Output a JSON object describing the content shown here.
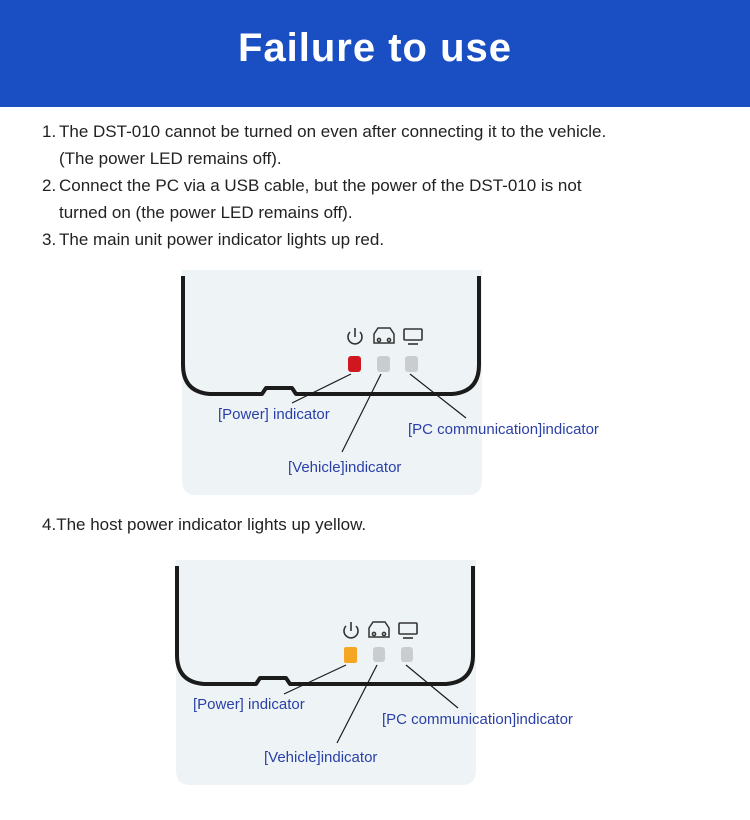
{
  "header": {
    "title": "Failure to use"
  },
  "issues": [
    {
      "num": "1.",
      "text": "The DST-010 cannot be turned on even after connecting it to the vehicle.",
      "cont": "(The power LED remains off)."
    },
    {
      "num": "2.",
      "text": "Connect the PC via a USB cable, but the power of the DST-010 is not",
      "cont": "turned on (the power LED remains off)."
    },
    {
      "num": "3.",
      "text": "The main unit power indicator lights up red.",
      "cont": ""
    }
  ],
  "issue4": {
    "num": "4.",
    "text": "The host power indicator lights up yellow."
  },
  "diagram1": {
    "power_color": "#d0161e",
    "labels": {
      "power": "[Power] indicator",
      "vehicle": "[Vehicle]indicator",
      "pc": "[PC communication]indicator"
    }
  },
  "diagram2": {
    "power_color": "#f5a623",
    "labels": {
      "power": "[Power] indicator",
      "vehicle": "[Vehicle]indicator",
      "pc": "[PC communication]indicator"
    }
  }
}
